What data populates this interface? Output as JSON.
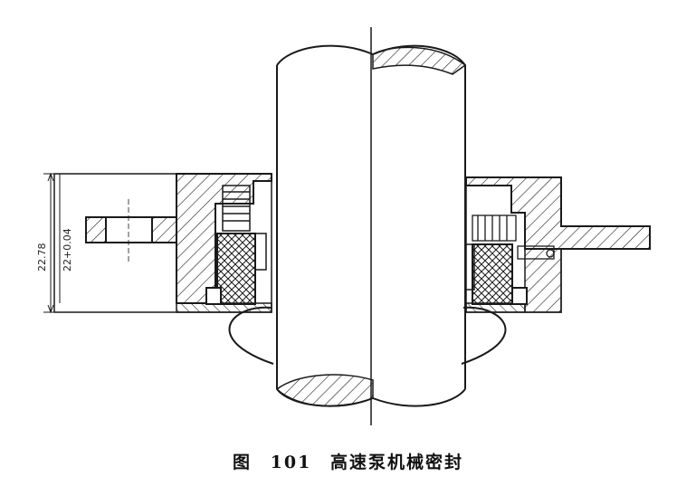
{
  "caption": {
    "figure_label": "图",
    "figure_number": "101",
    "title": "高速泵机械密封"
  },
  "dimensions": {
    "outer": "22.78",
    "inner": "22+0.04"
  },
  "colors": {
    "ink": "#1a1a1a",
    "paper": "#ffffff"
  }
}
